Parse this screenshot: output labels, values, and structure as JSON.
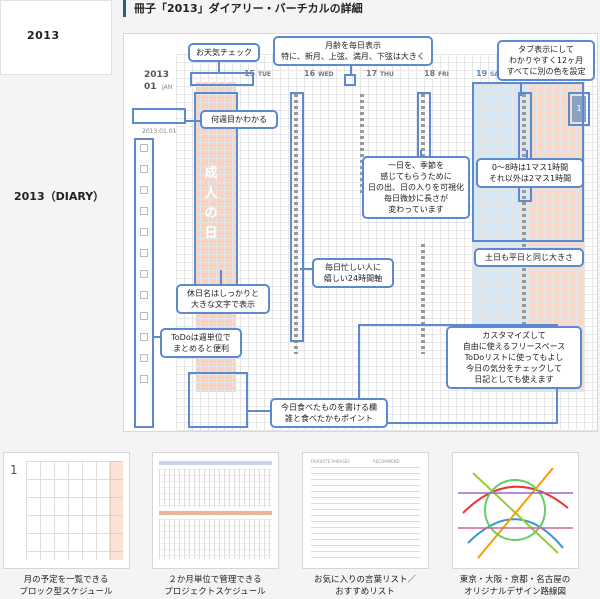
{
  "sidebar": {
    "year_tab": "2013",
    "diary_label": "2013（DIARY）"
  },
  "heading": "冊子「2013」ダイアリー・バーチカルの詳細",
  "diary": {
    "year": "2013",
    "month": "01",
    "month_en": "JAN",
    "week_label": "2013.01.01",
    "days": [
      {
        "date": "15",
        "weekday": "TUE"
      },
      {
        "date": "16",
        "weekday": "WED"
      },
      {
        "date": "17",
        "weekday": "THU"
      },
      {
        "date": "18",
        "weekday": "FRI"
      },
      {
        "date": "19",
        "weekday": "SAT"
      }
    ],
    "holiday_name": "成人の日",
    "tab_number": "1"
  },
  "callouts": {
    "weather": "お天気チェック",
    "moon": "月齢を毎日表示\n特に、新月、上弦、満月、下弦は大きく",
    "tabs": "タブ表示にして\nわかりやすく12ヶ月\nすべてに別の色を設定",
    "week_number": "何週目かわかる",
    "season": "一日を、季節を\n感じてもらうために\n日の出、日の入りを可視化\n毎日微妙に長さが\n変わっています",
    "hour_scale": "0～8時は1マス1時間\nそれ以外は2マス1時間",
    "weekend": "土日も平日と同じ大きさ",
    "busy": "毎日忙しい人に\n嬉しい24時間軸",
    "holiday": "休日名はしっかりと\n大きな文字で表示",
    "todo": "ToDoは週単位で\nまとめると便利",
    "freespace": "カスタマイズして\n自由に使えるフリースペース\nToDoリストに使ってもよし\n今日の気分をチェックして\n日記としても使えます",
    "meal": "今日食べたものを書ける欄\n誰と食べたかもポイント"
  },
  "thumbnails": [
    {
      "caption": "月の予定を一覧できる\nブロック型スケジュール",
      "month_label": "1"
    },
    {
      "caption": "２か月単位で管理できる\nプロジェクトスケジュール"
    },
    {
      "caption": "お気に入りの言葉リスト／\nおすすめリスト",
      "heading_left": "FAVORITE PHRASES",
      "heading_right": "RECOMMEND"
    },
    {
      "caption": "東京・大阪・京都・名古屋の\nオリジナルデザイン路線図"
    }
  ],
  "colors": {
    "accent_blue": "#5d89d1",
    "holiday_orange": "#f3a889",
    "saturday_blue": "#bfdcf4",
    "sunday_orange": "#f8cdb9"
  }
}
